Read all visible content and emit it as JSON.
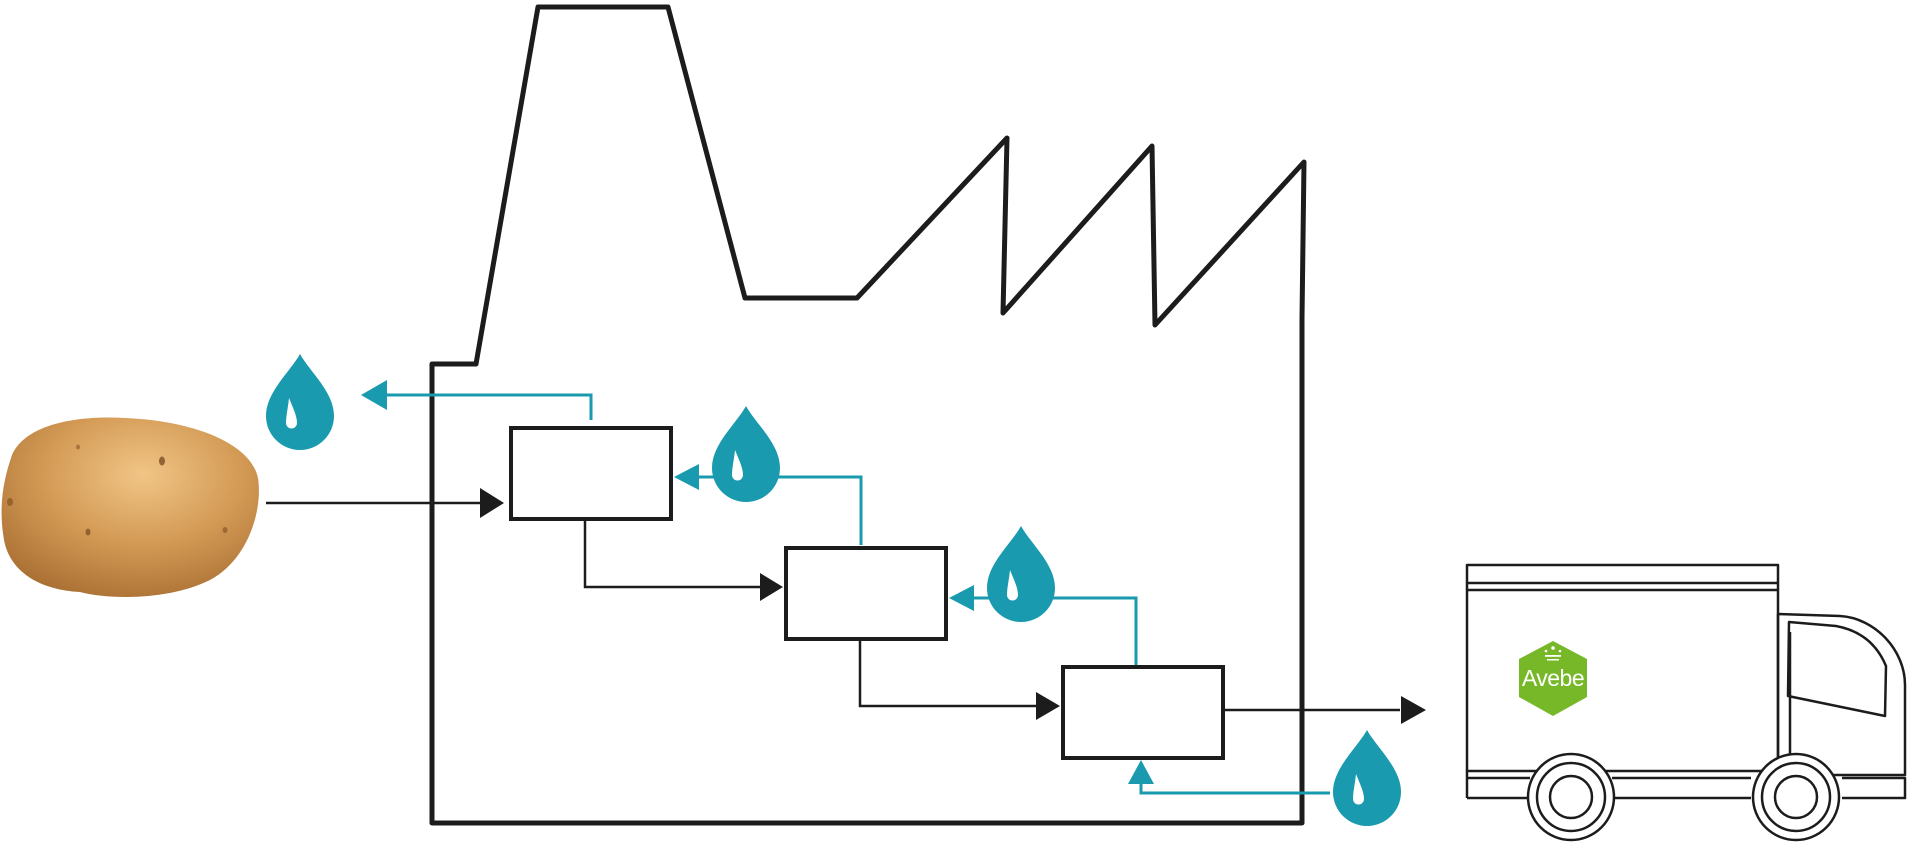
{
  "diagram": {
    "colors": {
      "line": "#1c1c1c",
      "water": "#1a9aae",
      "logo_green": "#77b829",
      "potato_base": "#b87a3a",
      "potato_light": "#e6b16c"
    },
    "icons": {
      "raw_material": "potato",
      "water": "water-drop",
      "building": "factory-outline",
      "transport": "delivery-truck"
    },
    "process_steps": 3,
    "truck": {
      "logo_text": "Avebe"
    }
  }
}
